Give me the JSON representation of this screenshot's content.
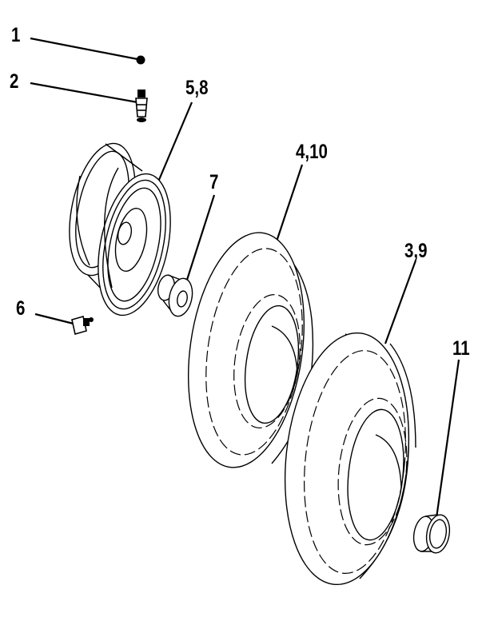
{
  "callouts": {
    "c1": "1",
    "c2": "2",
    "c58": "5,8",
    "c410": "4,10",
    "c7": "7",
    "c39": "3,9",
    "c6": "6",
    "c11": "11"
  }
}
